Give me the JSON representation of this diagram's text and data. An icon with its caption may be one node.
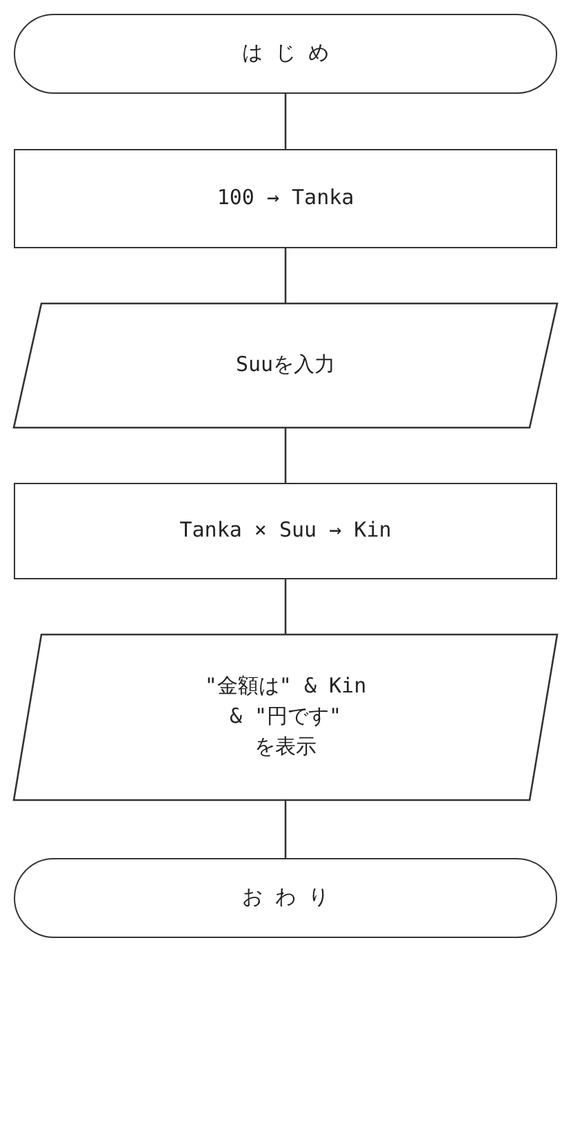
{
  "diagram": {
    "nodes": [
      {
        "text": [
          "は じ め"
        ]
      },
      {
        "text": [
          "100 → Tanka"
        ]
      },
      {
        "text": [
          "Suuを入力"
        ]
      },
      {
        "text": [
          "Tanka × Suu → Kin"
        ]
      },
      {
        "text": [
          "\"金額は\" & Kin & \"円です\" を表示"
        ]
      },
      {
        "text": [
          "お わ り"
        ]
      }
    ],
    "edges": [
      {
        "from": 0,
        "to": 1,
        "arrow": "none"
      },
      {
        "from": 1,
        "to": 2,
        "arrow": "none"
      },
      {
        "from": 2,
        "to": 3,
        "arrow": "none"
      },
      {
        "from": 3,
        "to": 4,
        "arrow": "none"
      },
      {
        "from": 4,
        "to": 5,
        "arrow": "none"
      }
    ]
  }
}
